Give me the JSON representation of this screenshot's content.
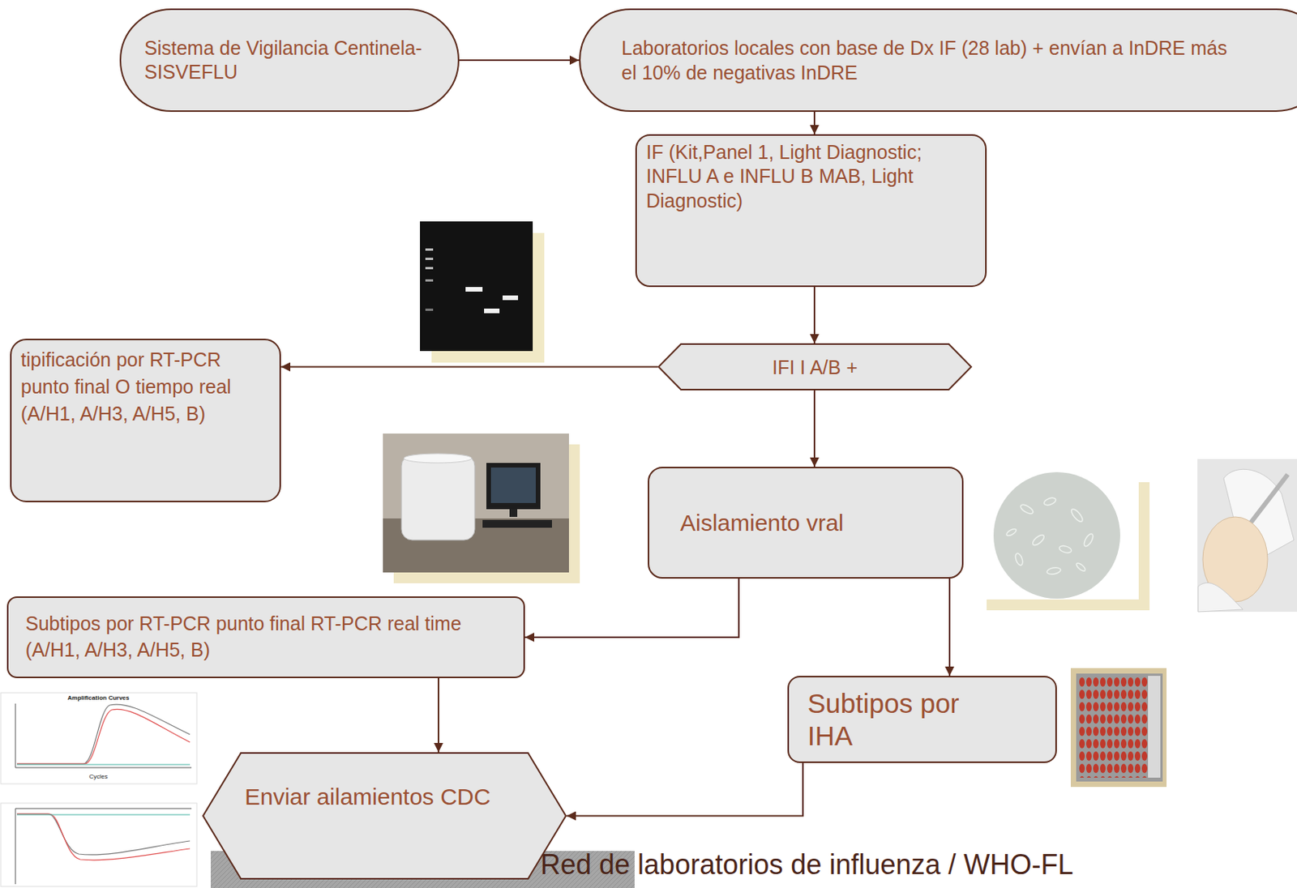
{
  "diagram": {
    "nodes": [
      {
        "text": [
          "Sistema de Vigilancia Centinela-SISVEFLU"
        ]
      },
      {
        "text": [
          "Laboratorios locales con base de Dx IF (28 lab) + envían a InDRE más el 10% de negativas InDRE"
        ]
      },
      {
        "text": [
          "IF (Kit,Panel 1, Light Diagnostic; INFLU A e INFLU B MAB, Light Diagnostic)"
        ]
      },
      {
        "text": [
          "IFI I A/B +"
        ]
      },
      {
        "text": [
          "tipificación por RT-PCR punto final O tiempo real (A/H1, A/H3, A/H5, B)"
        ]
      },
      {
        "text": [
          "Aislamiento vral"
        ]
      },
      {
        "text": [
          "Subtipos por RT-PCR punto final RT-PCR real time (A/H1, A/H3, A/H5, B)"
        ]
      },
      {
        "text": [
          "Subtipos por IHA"
        ]
      },
      {
        "text": [
          "Enviar ailamientos CDC"
        ]
      }
    ],
    "edges": [
      {
        "from": 0,
        "to": 1,
        "arrow": "to"
      },
      {
        "from": 1,
        "to": 2,
        "arrow": "to"
      },
      {
        "from": 2,
        "to": 3,
        "arrow": "to"
      },
      {
        "from": 3,
        "to": 4,
        "arrow": "to"
      },
      {
        "from": 3,
        "to": 5,
        "arrow": "to"
      },
      {
        "from": 5,
        "to": 6,
        "arrow": "to"
      },
      {
        "from": 5,
        "to": 7,
        "arrow": "to"
      },
      {
        "from": 6,
        "to": 8,
        "arrow": "to"
      },
      {
        "from": 7,
        "to": 8,
        "arrow": "to"
      }
    ],
    "labels": [
      "Red de laboratorios de influenza / WHO-FL",
      "Amplification Curves",
      "Cycles"
    ]
  }
}
